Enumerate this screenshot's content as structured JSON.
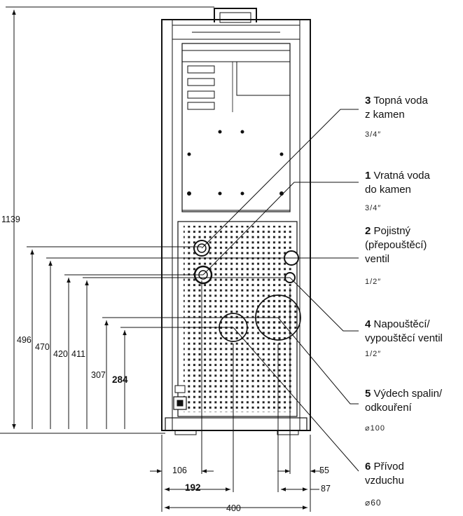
{
  "callouts": [
    {
      "num": "3",
      "line1": "Topná voda",
      "line2": "z kamen",
      "line3": "",
      "size": "3/4″"
    },
    {
      "num": "1",
      "line1": "Vratná voda",
      "line2": "do kamen",
      "line3": "",
      "size": "3/4″"
    },
    {
      "num": "2",
      "line1": "Pojistný",
      "line2": "(přepouštěcí)",
      "line3": "ventil",
      "size": "1/2″"
    },
    {
      "num": "4",
      "line1": "Napouštěcí/",
      "line2": "vypouštěcí ventil",
      "line3": "",
      "size": "1/2″"
    },
    {
      "num": "5",
      "line1": "Výdech spalin/",
      "line2": "odkouření",
      "line3": "",
      "size": "⌀100"
    },
    {
      "num": "6",
      "line1": "Přívod",
      "line2": "vzduchu",
      "line3": "",
      "size": "⌀60"
    }
  ],
  "dimensions": {
    "height_total": "1139",
    "h496": "496",
    "h470": "470",
    "h420": "420",
    "h411": "411",
    "h307": "307",
    "h284": "284",
    "w106": "106",
    "w192": "192",
    "w400": "400",
    "w55": "55",
    "w87": "87"
  }
}
